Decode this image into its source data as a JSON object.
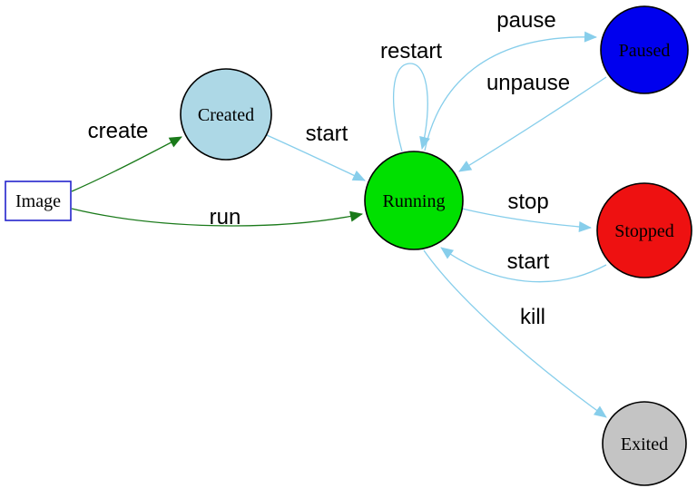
{
  "diagram": {
    "type": "state-diagram",
    "subject": "container lifecycle"
  },
  "colors": {
    "background": "#ffffff",
    "edge_blue": "#87ceeb",
    "edge_green": "#1a7a1a",
    "node_border": "#000000",
    "image_border": "#2323cc",
    "label_text": "#000000"
  },
  "nodes": {
    "image": {
      "label": "Image",
      "shape": "box",
      "fill": "#ffffff"
    },
    "created": {
      "label": "Created",
      "shape": "circle",
      "fill": "#add8e6"
    },
    "running": {
      "label": "Running",
      "shape": "circle",
      "fill": "#00e000"
    },
    "paused": {
      "label": "Paused",
      "shape": "circle",
      "fill": "#0000ee"
    },
    "stopped": {
      "label": "Stopped",
      "shape": "circle",
      "fill": "#ee1111"
    },
    "exited": {
      "label": "Exited",
      "shape": "circle",
      "fill": "#c4c4c4"
    }
  },
  "edges": {
    "create": {
      "label": "create",
      "from": "image",
      "to": "created",
      "color": "#1a7a1a"
    },
    "run": {
      "label": "run",
      "from": "image",
      "to": "running",
      "color": "#1a7a1a"
    },
    "start_created": {
      "label": "start",
      "from": "created",
      "to": "running",
      "color": "#87ceeb"
    },
    "restart": {
      "label": "restart",
      "from": "running",
      "to": "running",
      "color": "#87ceeb"
    },
    "pause": {
      "label": "pause",
      "from": "running",
      "to": "paused",
      "color": "#87ceeb"
    },
    "unpause": {
      "label": "unpause",
      "from": "paused",
      "to": "running",
      "color": "#87ceeb"
    },
    "stop": {
      "label": "stop",
      "from": "running",
      "to": "stopped",
      "color": "#87ceeb"
    },
    "start_stopped": {
      "label": "start",
      "from": "stopped",
      "to": "running",
      "color": "#87ceeb"
    },
    "kill": {
      "label": "kill",
      "from": "running",
      "to": "exited",
      "color": "#87ceeb"
    }
  }
}
